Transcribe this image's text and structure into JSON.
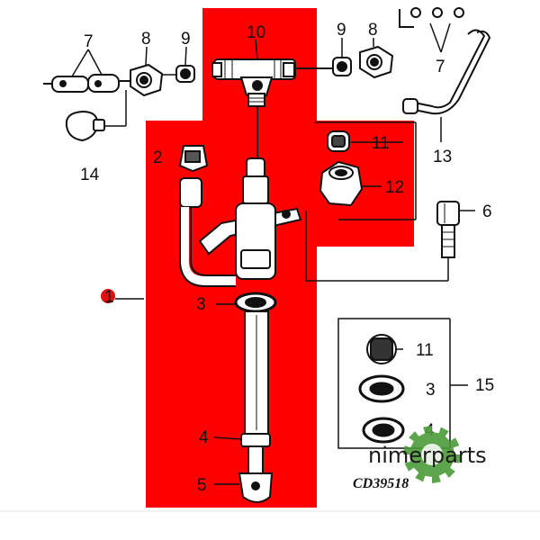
{
  "diagram": {
    "highlight_color": "#ff0000",
    "labels": {
      "n7_left": "7",
      "n8_left": "8",
      "n9_left": "9",
      "n10": "10",
      "n9_right": "9",
      "n8_right": "8",
      "n7_right": "7",
      "n14": "14",
      "n13": "13",
      "n2": "2",
      "n11_top": "11",
      "n12": "12",
      "n6": "6",
      "n1": "1",
      "n3_main": "3",
      "n4_main": "4",
      "n5": "5",
      "n11_kit": "11",
      "n3_kit": "3",
      "n4_kit": "4",
      "n15": "15"
    },
    "code": "CD39518",
    "watermark": {
      "brand": "nimerparts",
      "brand_color": "#4a9b3a"
    }
  }
}
